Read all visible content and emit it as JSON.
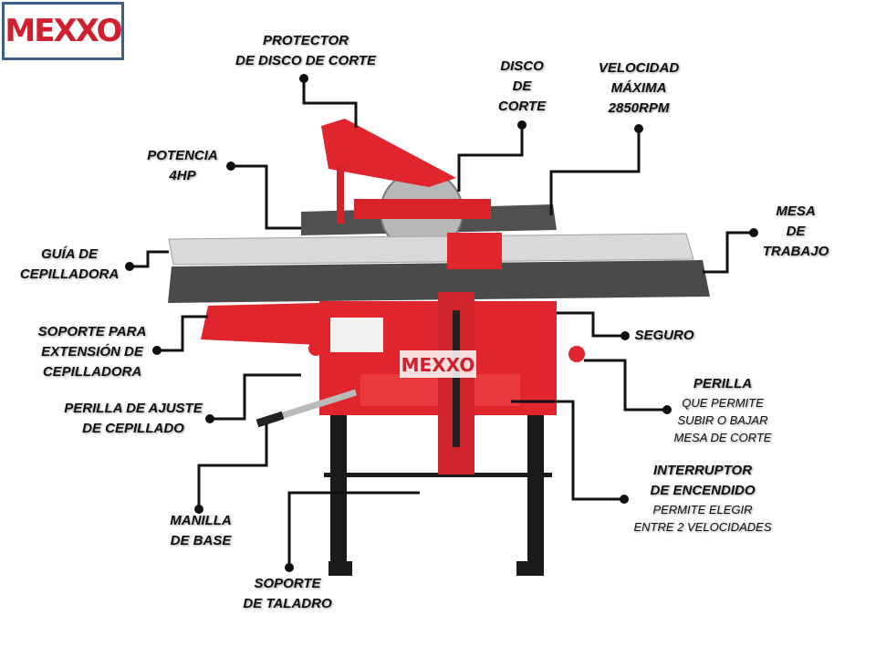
{
  "logo": {
    "text": "MEXXO"
  },
  "machine_badge": {
    "text": "MEXXO"
  },
  "labels": {
    "protector": {
      "title": [
        "PROTECTOR",
        "DE DISCO DE CORTE"
      ]
    },
    "disco": {
      "title": [
        "DISCO",
        "DE",
        "CORTE"
      ]
    },
    "velocidad": {
      "title": [
        "VELOCIDAD",
        "MÁXIMA",
        "2850RPM"
      ]
    },
    "potencia": {
      "title": [
        "POTENCIA",
        "4HP"
      ]
    },
    "mesa": {
      "title": [
        "MESA",
        "DE",
        "TRABAJO"
      ]
    },
    "guia": {
      "title": [
        "GUÍA DE",
        "CEPILLADORA"
      ]
    },
    "soporte_ext": {
      "title": [
        "SOPORTE PARA",
        "EXTENSIÓN DE",
        "CEPILLADORA"
      ]
    },
    "perilla_ajuste": {
      "title": [
        "PERILLA DE AJUSTE",
        "DE CEPILLADO"
      ]
    },
    "manilla": {
      "title": [
        "MANILLA",
        "DE BASE"
      ]
    },
    "soporte_taladro": {
      "title": [
        "SOPORTE",
        "DE TALADRO"
      ]
    },
    "seguro": {
      "title": [
        "SEGURO"
      ]
    },
    "perilla": {
      "title": [
        "PERILLA"
      ],
      "sub": [
        "QUE PERMITE",
        "SUBIR O BAJAR",
        "MESA DE CORTE"
      ]
    },
    "interruptor": {
      "title": [
        "INTERRUPTOR",
        "DE ENCENDIDO"
      ],
      "sub": [
        "PERMITE ELEGIR",
        "ENTRE 2 VELOCIDADES"
      ]
    }
  },
  "colors": {
    "machine_red": "#e0262c",
    "table_gray": "#4a4a4a",
    "leader": "#111111",
    "logo_red": "#d0202e",
    "logo_border": "#3d5f8c"
  }
}
